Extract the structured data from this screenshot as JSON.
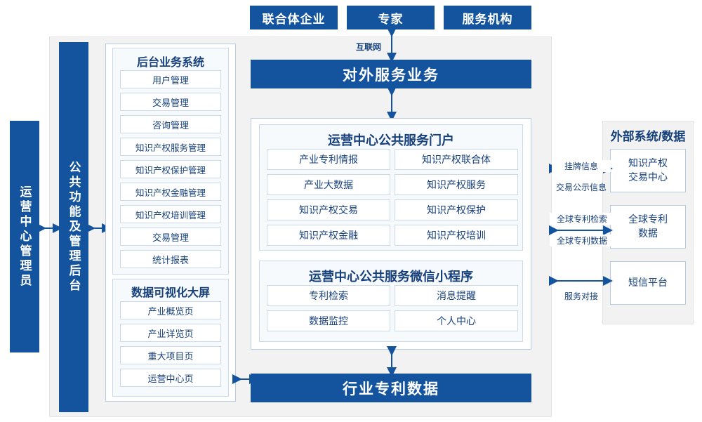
{
  "top_actors": [
    {
      "label": "联合体企业"
    },
    {
      "label": "专家"
    },
    {
      "label": "服务机构"
    }
  ],
  "internet_label": "互联网",
  "external_service_bar": "对外服务业务",
  "left_admin_bar": "运营中心管理员",
  "common_function_bar": "公共功能及管理后台",
  "backoffice": {
    "title": "后台业务系统",
    "items": [
      "用户管理",
      "交易管理",
      "咨询管理",
      "知识产权服务管理",
      "知识产权保护管理",
      "知识产权金融管理",
      "知识产权培训管理",
      "交易管理",
      "统计报表"
    ]
  },
  "dashboard": {
    "title": "数据可视化大屏",
    "items": [
      "产业概览页",
      "产业详览页",
      "重大项目页",
      "运营中心页"
    ]
  },
  "portal": {
    "title": "运营中心公共服务门户",
    "items": [
      "产业专利情报",
      "知识产权联合体",
      "产业大数据",
      "知识产权服务",
      "知识产权交易",
      "知识产权保护",
      "知识产权金融",
      "知识产权培训"
    ]
  },
  "miniprogram": {
    "title": "运营中心公共服务微信小程序",
    "items": [
      "专利检索",
      "消息提醒",
      "数据监控",
      "个人中心"
    ]
  },
  "industry_data_bar": "行业专利数据",
  "external": {
    "title": "外部系统/数据",
    "items": [
      {
        "label": "知识产权\n交易中心"
      },
      {
        "label": "全球专利\n数据"
      },
      {
        "label": "短信平台"
      }
    ],
    "connector_labels": [
      "挂牌信息",
      "交易公示信息",
      "全球专利检索",
      "全球专利数据",
      "服务对接"
    ]
  },
  "colors": {
    "brand_blue": "#14549f",
    "panel_border": "#b9cbe2",
    "cell_border": "#ccd9ea",
    "grey_bg": "#f2f2f2",
    "text_blue": "#16407c"
  }
}
